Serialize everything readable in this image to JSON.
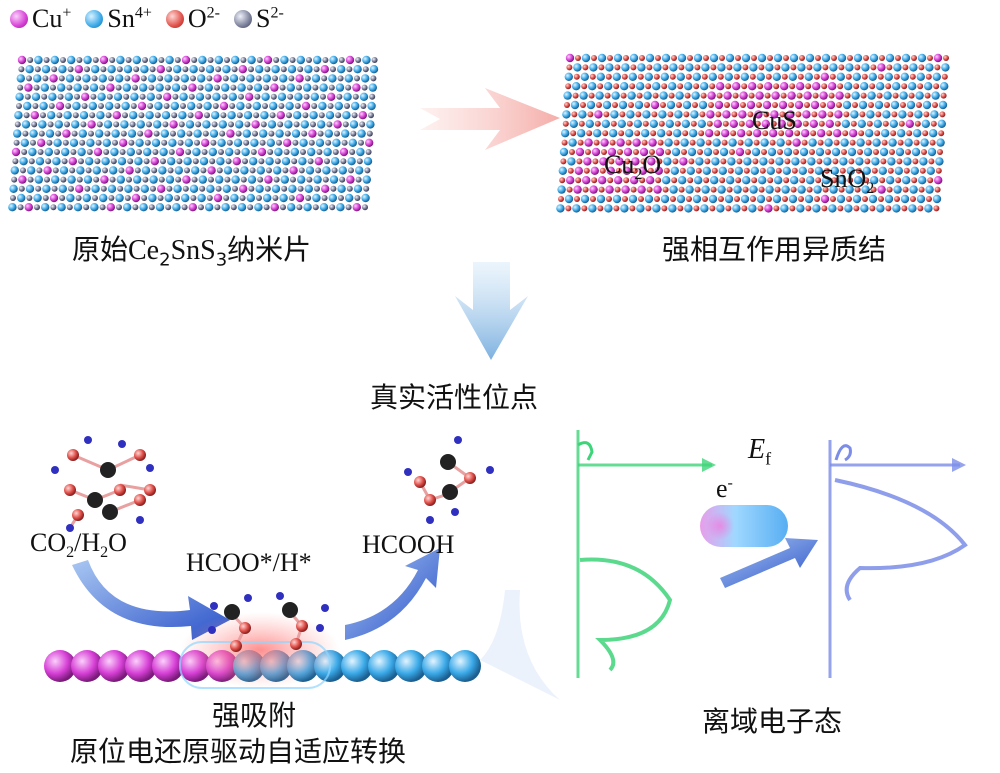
{
  "legend": [
    {
      "ion": "Cu",
      "charge": "+",
      "color": "#d63fd6",
      "icon": "cu-ion-ball"
    },
    {
      "ion": "Sn",
      "charge": "4+",
      "color": "#3aa9e8",
      "icon": "sn-ion-ball"
    },
    {
      "ion": "O",
      "charge": "2-",
      "color": "#e0504a",
      "icon": "o-ion-ball"
    },
    {
      "ion": "S",
      "charge": "2-",
      "color": "#7a7f9a",
      "icon": "s-ion-ball"
    }
  ],
  "panel_top_left": {
    "caption_pre": "原始Ce",
    "sub1": "2",
    "caption_mid": "SnS",
    "sub2": "3",
    "caption_post": "纳米片"
  },
  "panel_top_right": {
    "caption": "强相互作用异质结",
    "label_cus": "CuS",
    "label_cu2o_pre": "Cu",
    "label_cu2o_sub": "2",
    "label_cu2o_post": "O",
    "label_sno2_pre": "SnO",
    "label_sno2_sub": "2"
  },
  "center_caption": "真实活性位点",
  "panel_bottom_left": {
    "reactant_pre": "CO",
    "reactant_sub1": "2",
    "reactant_mid": "/H",
    "reactant_sub2": "2",
    "reactant_post": "O",
    "intermediate": "HCOO*/H*",
    "product": "HCOOH",
    "caption_1": "强吸附",
    "caption_2": "原位电还原驱动自适应转换"
  },
  "panel_bottom_right": {
    "fermi_label": "E",
    "fermi_sub": "f",
    "electron_label": "e",
    "electron_sup": "-",
    "caption": "离域电子态"
  },
  "colors": {
    "cu": "#d63fd6",
    "sn": "#3aa9e8",
    "o": "#e0504a",
    "s": "#7a7f9a",
    "green_curve": "#3ed47a",
    "blue_curve": "#7b8de8"
  }
}
